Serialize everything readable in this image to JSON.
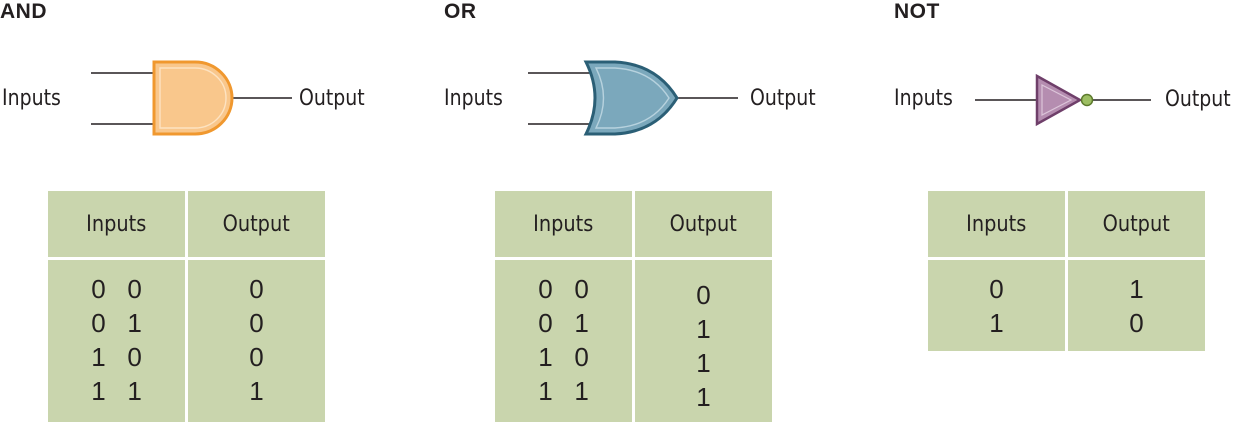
{
  "gates": [
    {
      "title": "AND",
      "input_label": "Inputs",
      "output_label": "Output",
      "table": {
        "headers": [
          "Inputs",
          "Output"
        ],
        "rows": [
          {
            "inputs": "0   0",
            "output": "0"
          },
          {
            "inputs": "0   1",
            "output": "0"
          },
          {
            "inputs": "1   0",
            "output": "0"
          },
          {
            "inputs": "1   1",
            "output": "1"
          }
        ]
      }
    },
    {
      "title": "OR",
      "input_label": "Inputs",
      "output_label": "Output",
      "table": {
        "headers": [
          "Inputs",
          "Output"
        ],
        "rows": [
          {
            "inputs": "0   0",
            "output": "0"
          },
          {
            "inputs": "0   1",
            "output": "1"
          },
          {
            "inputs": "1   0",
            "output": "1"
          },
          {
            "inputs": "1   1",
            "output": "1"
          }
        ]
      }
    },
    {
      "title": "NOT",
      "input_label": "Inputs",
      "output_label": "Output",
      "table": {
        "headers": [
          "Inputs",
          "Output"
        ],
        "rows": [
          {
            "inputs": "0",
            "output": "1"
          },
          {
            "inputs": "1",
            "output": "0"
          }
        ]
      }
    }
  ],
  "colors": {
    "and_fill": "#f9c78c",
    "and_stroke": "#f0982f",
    "or_fill": "#7ba8bc",
    "or_stroke": "#2b5f76",
    "not_fill": "#b58db0",
    "not_stroke": "#6f3f6a",
    "not_bubble": "#9dbf63",
    "table_bg": "#c9d5ad"
  }
}
